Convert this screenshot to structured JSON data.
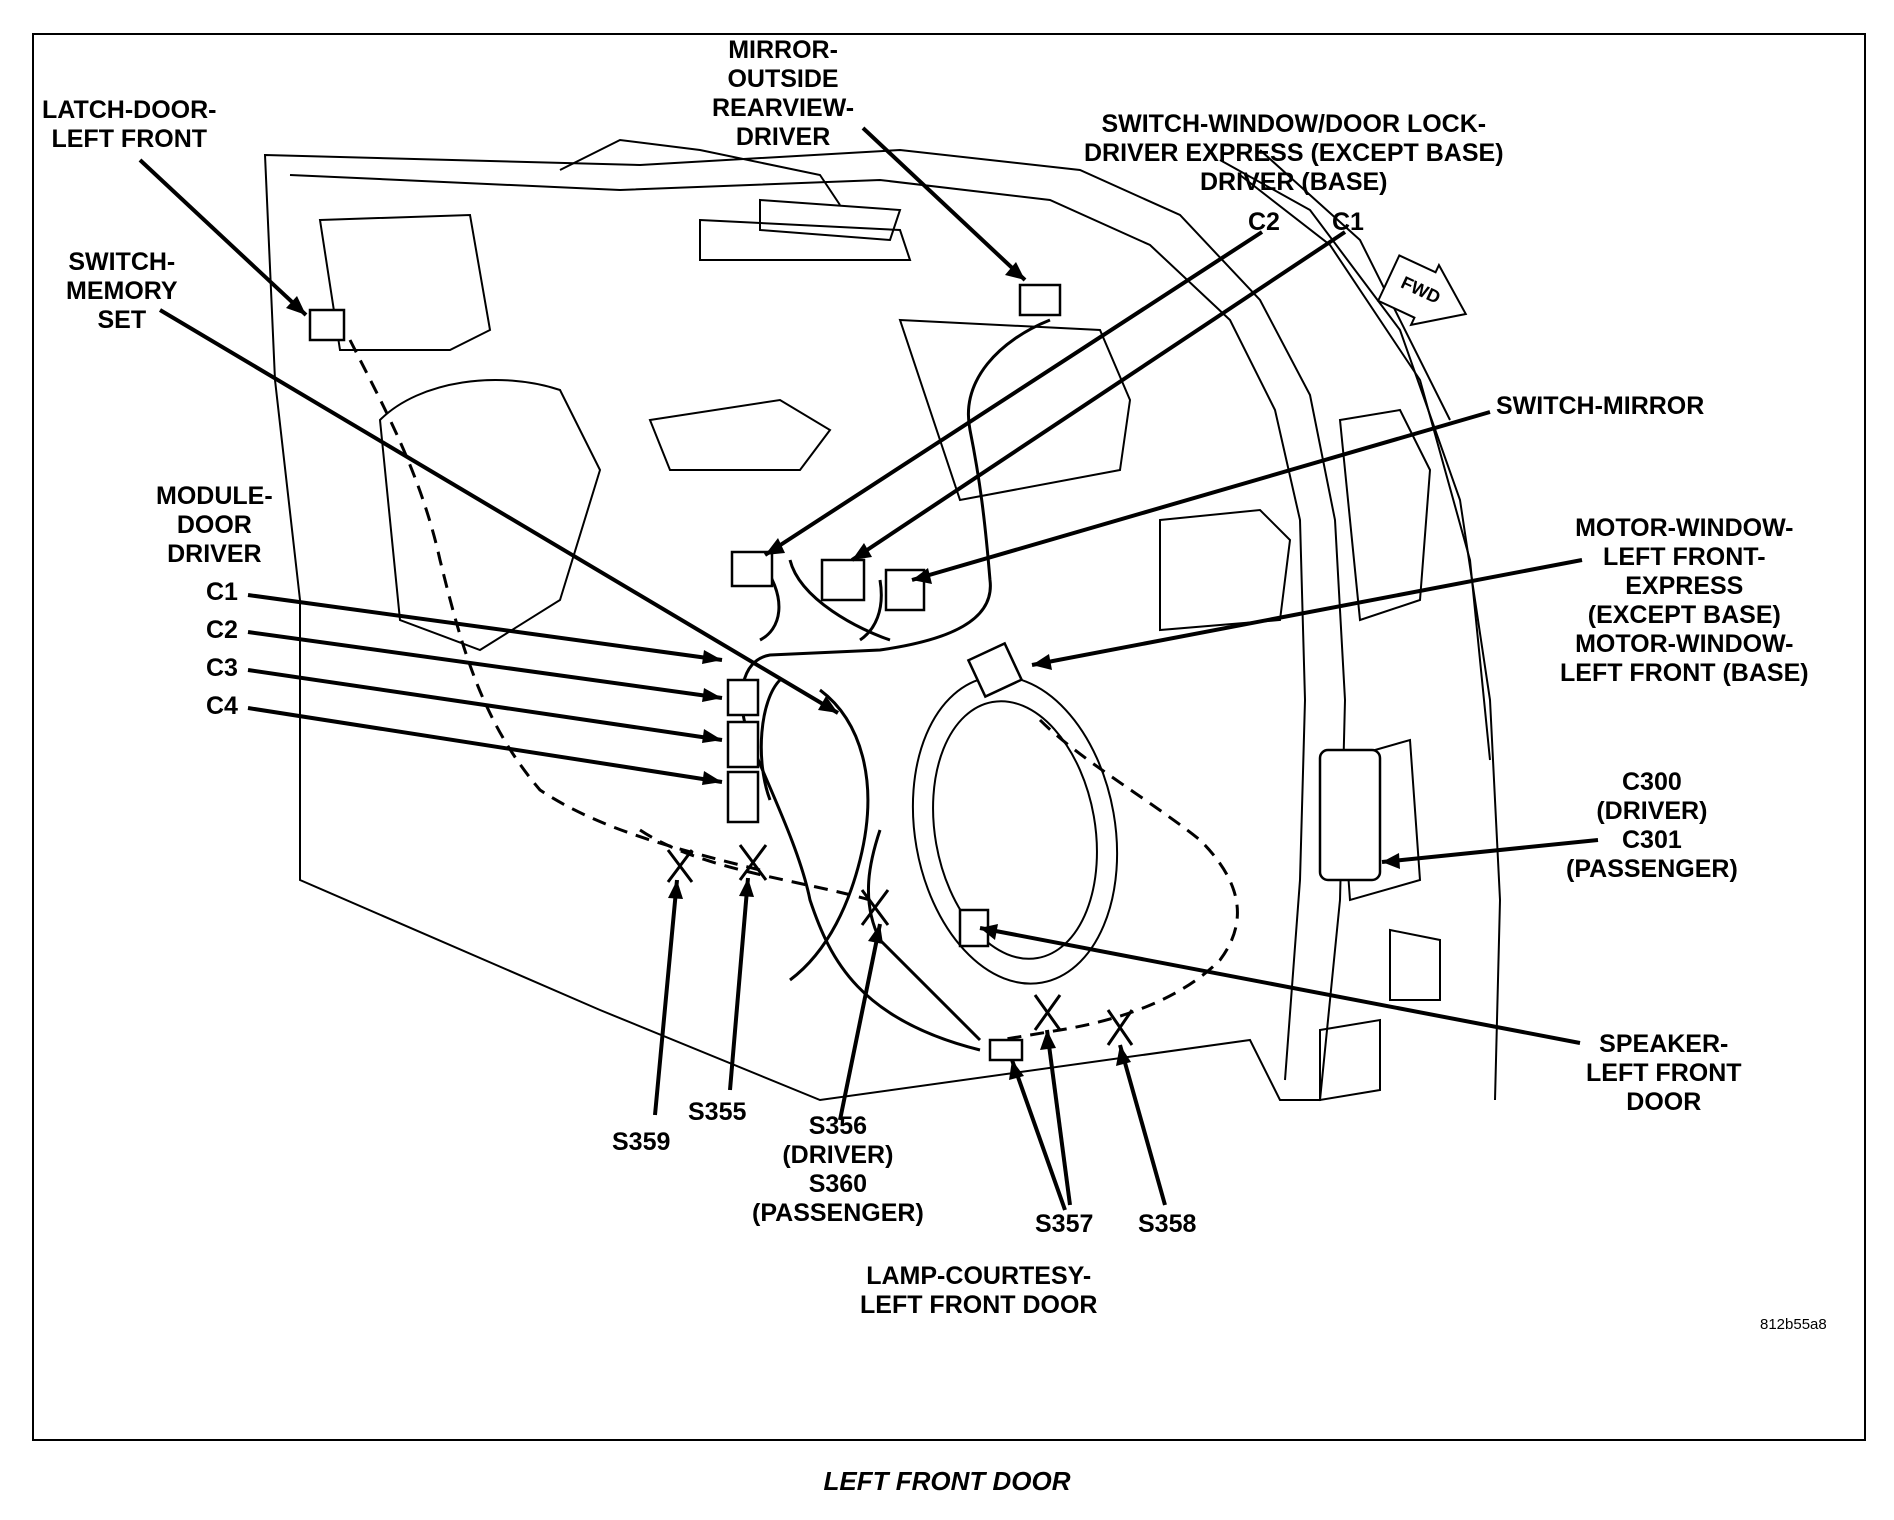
{
  "caption": "LEFT FRONT DOOR",
  "figure_id": "812b55a8",
  "fwd_arrow": "FWD",
  "labels": {
    "latch_door": [
      "LATCH-DOOR-",
      "LEFT FRONT"
    ],
    "mirror_outside": [
      "MIRROR-",
      "OUTSIDE",
      "REARVIEW-",
      "DRIVER"
    ],
    "switch_window": [
      "SWITCH-WINDOW/DOOR LOCK-",
      "DRIVER EXPRESS (EXCEPT BASE)",
      "DRIVER (BASE)"
    ],
    "switch_c2": "C2",
    "switch_c1": "C1",
    "switch_memory": [
      "SWITCH-",
      "MEMORY",
      "SET"
    ],
    "switch_mirror": "SWITCH-MIRROR",
    "module_door": [
      "MODULE-",
      "DOOR",
      "DRIVER"
    ],
    "module_c1": "C1",
    "module_c2": "C2",
    "module_c3": "C3",
    "module_c4": "C4",
    "motor_window": [
      "MOTOR-WINDOW-",
      "LEFT FRONT-",
      "EXPRESS",
      "(EXCEPT BASE)",
      "MOTOR-WINDOW-",
      "LEFT FRONT (BASE)"
    ],
    "c300": [
      "C300",
      "(DRIVER)",
      "C301",
      "(PASSENGER)"
    ],
    "speaker": [
      "SPEAKER-",
      "LEFT FRONT",
      "DOOR"
    ],
    "s359": "S359",
    "s355": "S355",
    "s356": [
      "S356",
      "(DRIVER)",
      "S360",
      "(PASSENGER)"
    ],
    "s357": "S357",
    "s358": "S358",
    "lamp_courtesy": [
      "LAMP-COURTESY-",
      "LEFT FRONT DOOR"
    ]
  }
}
